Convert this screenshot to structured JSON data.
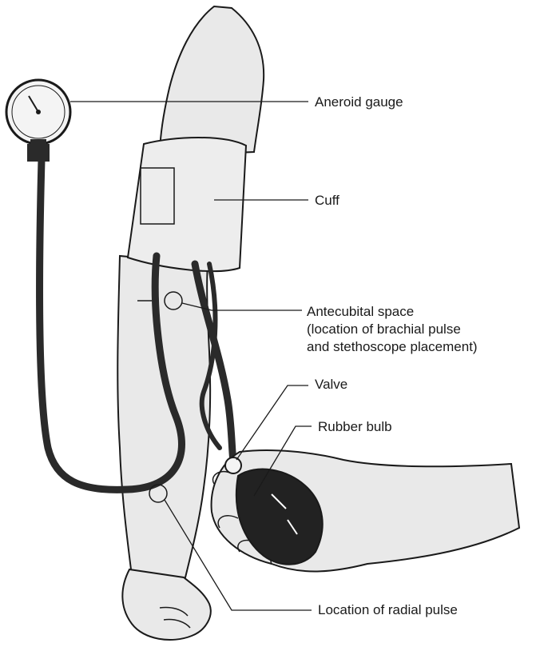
{
  "labels": {
    "aneroid_gauge": "Aneroid gauge",
    "cuff": "Cuff",
    "antecubital_line1": "Antecubital space",
    "antecubital_line2": "(location of brachial pulse",
    "antecubital_line3": "and stethoscope placement)",
    "valve": "Valve",
    "rubber_bulb": "Rubber bulb",
    "radial_pulse": "Location of radial pulse"
  },
  "colors": {
    "ink": "#1a1a1a",
    "skin": "#e9e9e9",
    "cuff": "#ededed",
    "tubing": "#2a2a2a",
    "bulb": "#222222"
  }
}
